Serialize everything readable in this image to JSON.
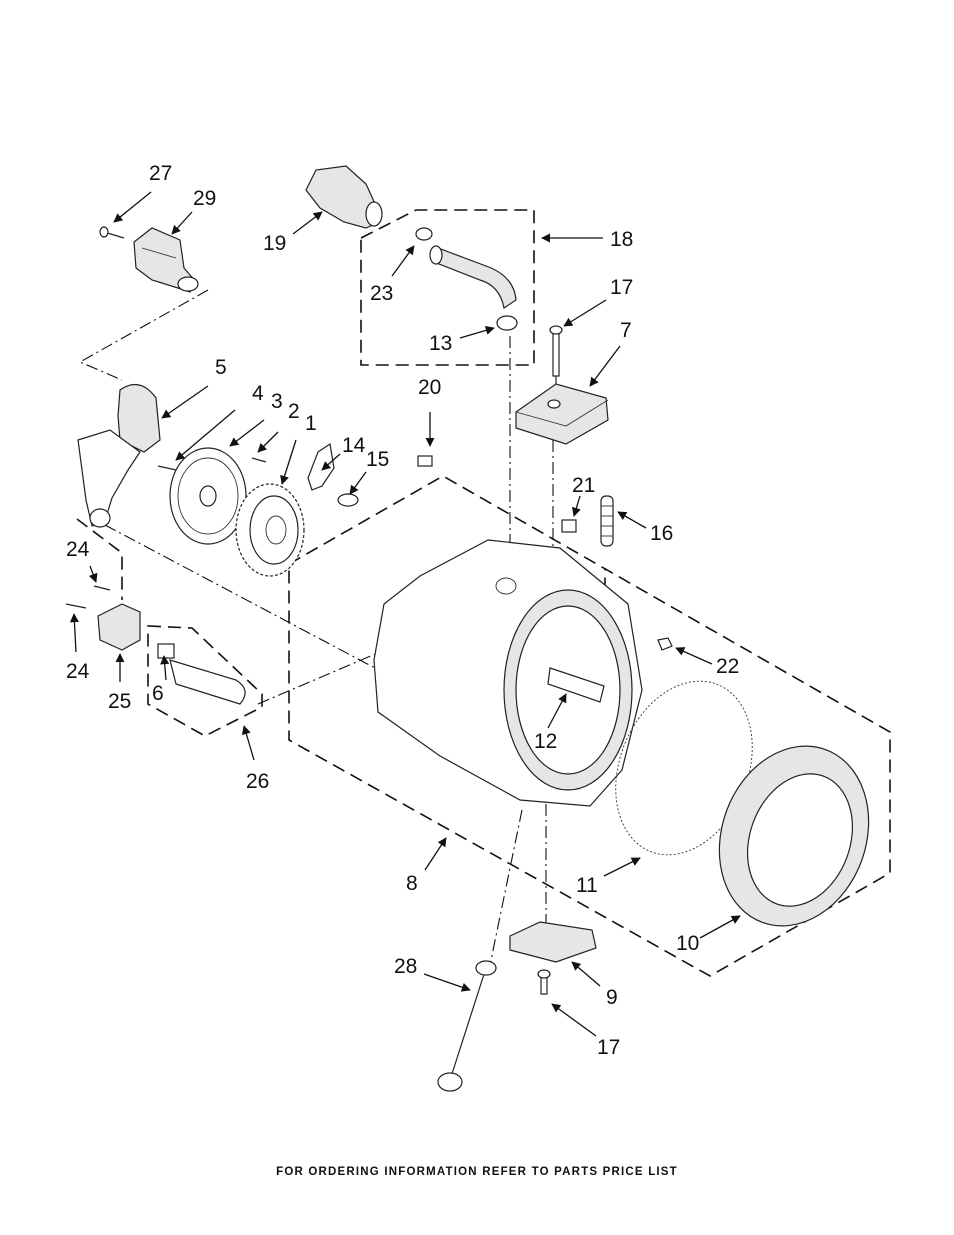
{
  "diagram": {
    "callouts": [
      {
        "id": "27",
        "label": "27"
      },
      {
        "id": "29",
        "label": "29"
      },
      {
        "id": "19",
        "label": "19"
      },
      {
        "id": "18",
        "label": "18"
      },
      {
        "id": "23",
        "label": "23"
      },
      {
        "id": "13",
        "label": "13"
      },
      {
        "id": "17a",
        "label": "17"
      },
      {
        "id": "7",
        "label": "7"
      },
      {
        "id": "5",
        "label": "5"
      },
      {
        "id": "4",
        "label": "4"
      },
      {
        "id": "3",
        "label": "3"
      },
      {
        "id": "2",
        "label": "2"
      },
      {
        "id": "1",
        "label": "1"
      },
      {
        "id": "14",
        "label": "14"
      },
      {
        "id": "15",
        "label": "15"
      },
      {
        "id": "20",
        "label": "20"
      },
      {
        "id": "21",
        "label": "21"
      },
      {
        "id": "16",
        "label": "16"
      },
      {
        "id": "24a",
        "label": "24"
      },
      {
        "id": "24b",
        "label": "24"
      },
      {
        "id": "25",
        "label": "25"
      },
      {
        "id": "6",
        "label": "6"
      },
      {
        "id": "26",
        "label": "26"
      },
      {
        "id": "22",
        "label": "22"
      },
      {
        "id": "12",
        "label": "12"
      },
      {
        "id": "8",
        "label": "8"
      },
      {
        "id": "11",
        "label": "11"
      },
      {
        "id": "10",
        "label": "10"
      },
      {
        "id": "28",
        "label": "28"
      },
      {
        "id": "9",
        "label": "9"
      },
      {
        "id": "17b",
        "label": "17"
      }
    ]
  },
  "footer": {
    "note": "FOR ORDERING INFORMATION REFER TO PARTS PRICE LIST"
  }
}
